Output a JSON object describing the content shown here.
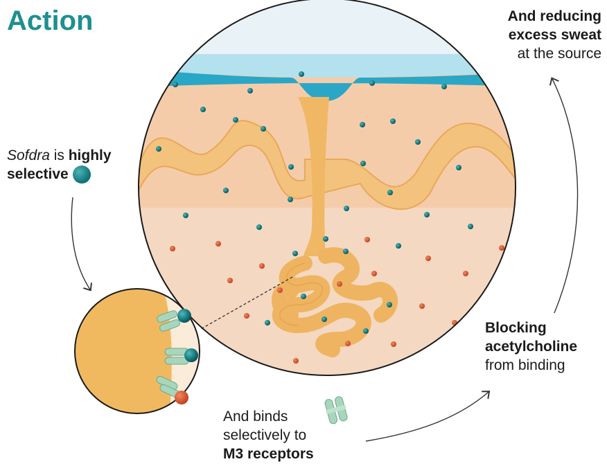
{
  "title": "Action",
  "labels": {
    "selective": {
      "drug": "Sofdra",
      "is": " is ",
      "highly": "highly",
      "selective": "selective"
    },
    "reducing": {
      "line1": "And reducing",
      "line2": "excess sweat",
      "line3": "at the source"
    },
    "blocking": {
      "line1": "Blocking",
      "line2": "acetylcholine",
      "line3": "from binding"
    },
    "binds": {
      "line1": "And binds",
      "line2": "selectively to",
      "line3": "M3 receptors"
    }
  },
  "colors": {
    "title": "#1f8f8f",
    "skin": "#f3c898",
    "sweat_gland": "#efb461",
    "drug_molecule": "#147a7f",
    "acetylcholine": "#d2502e",
    "receptor": "#a8d6bd",
    "water": "#3cb5d1"
  },
  "icons": [
    "teal-molecule-icon",
    "receptor-icon"
  ]
}
